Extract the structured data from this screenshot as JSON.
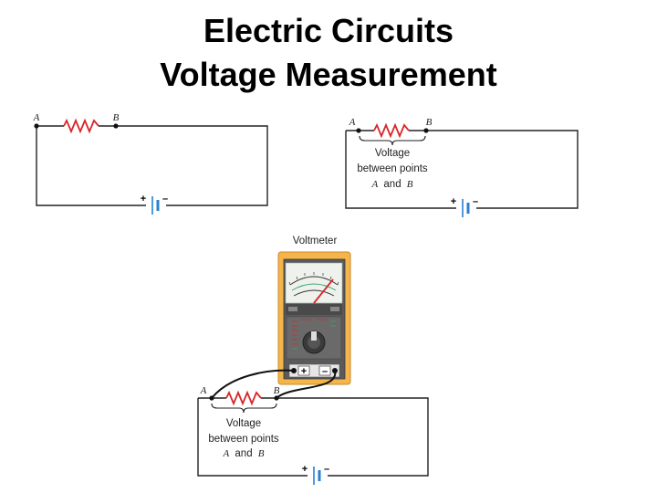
{
  "title": {
    "line1": "Electric Circuits",
    "line2": "Voltage Measurement"
  },
  "labels": {
    "point_a": "A",
    "point_b": "B",
    "voltage_line1": "Voltage",
    "voltage_line2": "between points",
    "and_word": "and",
    "plus": "+",
    "minus": "–"
  },
  "voltmeter": {
    "label": "Voltmeter",
    "plus": "+",
    "minus": "–"
  },
  "colors": {
    "resistor": "#d9262a",
    "wire": "#222222",
    "battery": "#2a7fd4",
    "meter_body": "#f5b54a",
    "needle": "#d9262a"
  }
}
